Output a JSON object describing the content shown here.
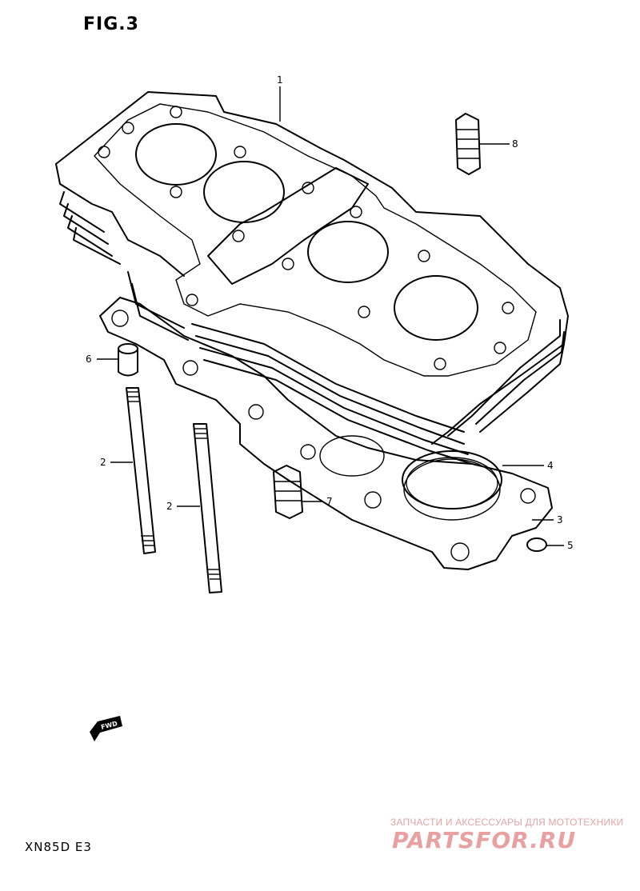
{
  "figure_title": "FIG.3",
  "model_code": "XN85D E3",
  "fwd_label": "FWD",
  "callouts": [
    {
      "id": "1",
      "label": "1"
    },
    {
      "id": "2a",
      "label": "2"
    },
    {
      "id": "2b",
      "label": "2"
    },
    {
      "id": "3",
      "label": "3"
    },
    {
      "id": "4",
      "label": "4"
    },
    {
      "id": "5",
      "label": "5"
    },
    {
      "id": "6",
      "label": "6"
    },
    {
      "id": "7",
      "label": "7"
    },
    {
      "id": "8",
      "label": "8"
    }
  ],
  "watermark": {
    "tagline": "ЗАПЧАСТИ И АКСЕССУАРЫ ДЛЯ МОТОТЕХНИКИ",
    "logo_text": "PARTSFOR.RU",
    "color": "#e8a0a0"
  }
}
